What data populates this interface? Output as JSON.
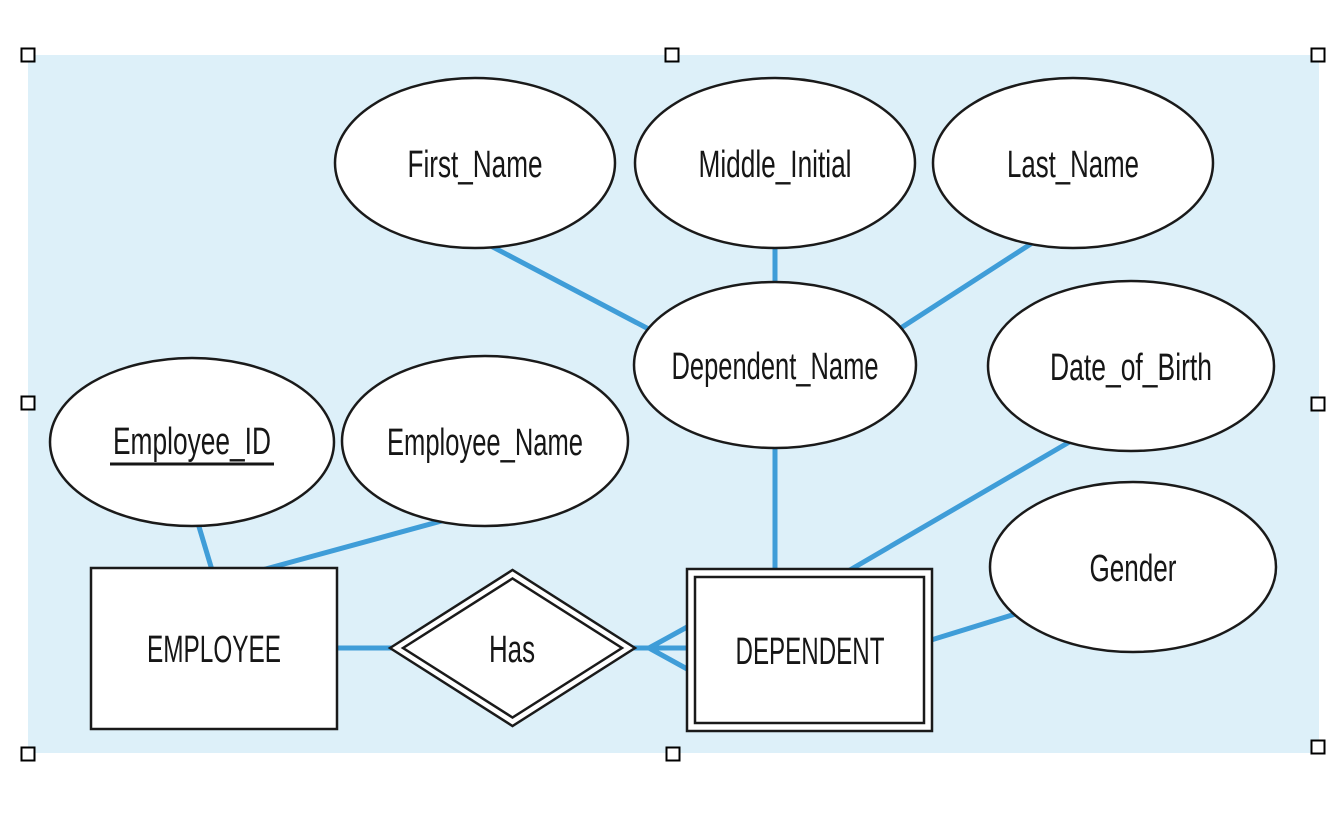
{
  "diagram": {
    "kind": "entity-relationship-diagram",
    "background_color": "#ddf0f9",
    "connector_color": "#3f9dd8",
    "shape_fill": "#ffffff",
    "shape_stroke": "#1a1a1a",
    "entities": [
      {
        "label": "EMPLOYEE",
        "weak": false
      },
      {
        "label": "DEPENDENT",
        "weak": true
      }
    ],
    "relationship": {
      "label": "Has",
      "identifying": true
    },
    "attributes": [
      {
        "label": "First_Name",
        "key": false
      },
      {
        "label": "Middle_Initial",
        "key": false
      },
      {
        "label": "Last_Name",
        "key": false
      },
      {
        "label": "Dependent_Name",
        "key": false
      },
      {
        "label": "Date_of_Birth",
        "key": false
      },
      {
        "label": "Gender",
        "key": false
      },
      {
        "label": "Employee_ID",
        "key": true
      },
      {
        "label": "Employee_Name",
        "key": false
      }
    ],
    "connections": [
      "First_Name - Dependent_Name",
      "Middle_Initial - Dependent_Name",
      "Last_Name - Dependent_Name",
      "Dependent_Name - DEPENDENT",
      "Date_of_Birth - DEPENDENT",
      "Gender - DEPENDENT",
      "Employee_ID - EMPLOYEE",
      "Employee_Name - EMPLOYEE",
      "EMPLOYEE - Has",
      "Has - DEPENDENT (crow's foot, many)"
    ]
  }
}
